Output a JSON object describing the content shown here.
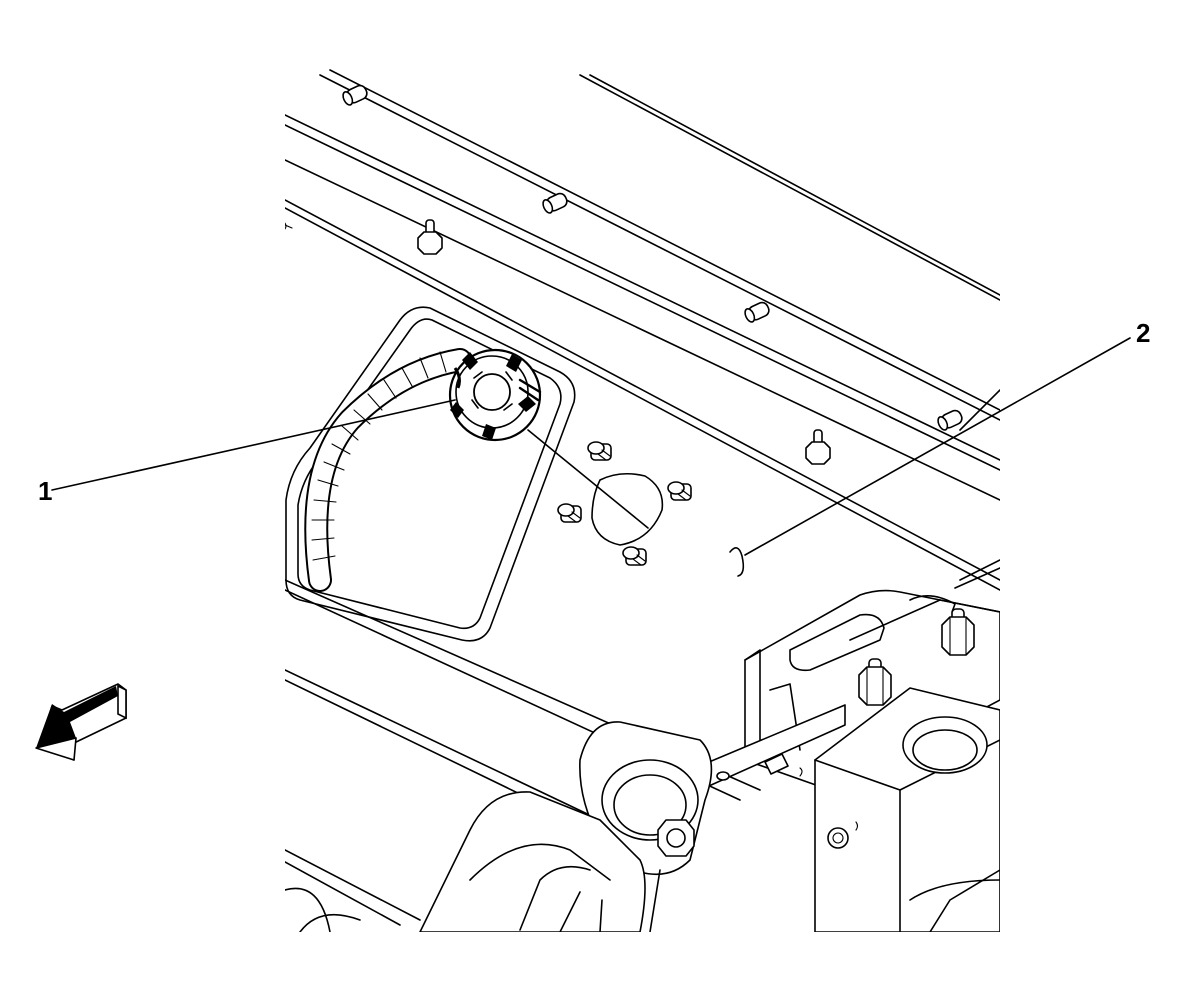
{
  "callouts": [
    {
      "id": "1",
      "label": "1"
    },
    {
      "id": "2",
      "label": "2"
    }
  ],
  "direction_arrow": {
    "icon": "forward-direction-arrow-icon"
  }
}
